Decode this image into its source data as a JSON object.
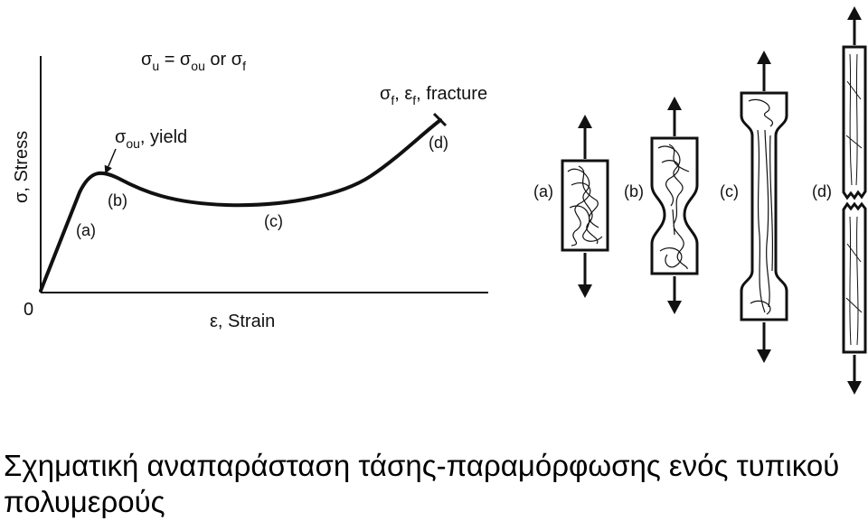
{
  "labels": {
    "eq_sigma": "σ",
    "eq_u": "u",
    "eq_mid": " = σ",
    "eq_ou": "ou",
    "eq_or": " or σ",
    "eq_f": "f",
    "yield_sigma": "σ",
    "yield_ou": "ou",
    "yield_text": ", yield",
    "fr_sigma": "σ",
    "fr_f1": "f",
    "fr_eps": ", ε",
    "fr_f2": "f",
    "fr_text": ", fracture",
    "y_axis": "σ, Stress",
    "x_axis": "ε, Strain",
    "origin": "0",
    "region_a": "(a)",
    "region_b": "(b)",
    "region_c": "(c)",
    "region_d": "(d)"
  },
  "specimens": [
    {
      "label": "(a)"
    },
    {
      "label": "(b)"
    },
    {
      "label": "(c)"
    },
    {
      "label": "(d)"
    }
  ],
  "caption": "Σχηματική αναπαράσταση τάσης-παραμόρφωσης ενός τυπικού πολυμερούς",
  "colors": {
    "ink": "#111111",
    "background": "#ffffff"
  }
}
